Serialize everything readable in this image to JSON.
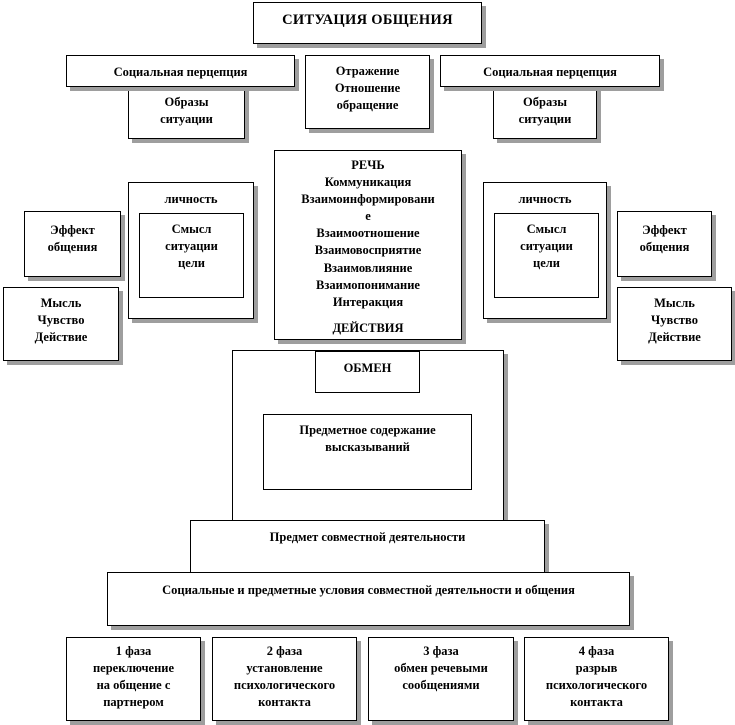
{
  "diagram": {
    "title": "СИТУАЦИЯ ОБЩЕНИЯ",
    "perception_left": "Социальная перцепция",
    "perception_right": "Социальная перцепция",
    "images_left": [
      "Образы",
      "ситуации"
    ],
    "images_right": [
      "Образы",
      "ситуации"
    ],
    "reflection": [
      "Отражение",
      "Отношение",
      "обращение"
    ],
    "personality_left": "личность",
    "personality_right": "личность",
    "meaning_left": [
      "Смысл",
      "ситуации",
      "цели"
    ],
    "meaning_right": [
      "Смысл",
      "ситуации",
      "цели"
    ],
    "effect_left": [
      "Эффект",
      "общения"
    ],
    "effect_right": [
      "Эффект",
      "общения"
    ],
    "mind_left": [
      "Мысль",
      "Чувство",
      "Действие"
    ],
    "mind_right": [
      "Мысль",
      "Чувство",
      "Действие"
    ],
    "speech": [
      "РЕЧЬ",
      "Коммуникация",
      "Взаимоинформировани",
      "е",
      "Взаимоотношение",
      "Взаимовосприятие",
      "Взаимовлияние",
      "Взаимопонимание",
      "Интеракция"
    ],
    "actions": "ДЕЙСТВИЯ",
    "exchange": "ОБМЕН",
    "subject_content": [
      "Предметное содержание",
      "высказываний"
    ],
    "joint_subject": "Предмет совместной деятельности",
    "conditions": "Социальные и предметные условия совместной деятельности и общения",
    "phases": [
      [
        "1 фаза",
        "переключение",
        "на общение с",
        "партнером"
      ],
      [
        "2 фаза",
        "установление",
        "психологического",
        "контакта"
      ],
      [
        "3 фаза",
        "обмен речевыми",
        "сообщениями"
      ],
      [
        "4 фаза",
        "разрыв",
        "психологического",
        "контакта"
      ]
    ]
  }
}
